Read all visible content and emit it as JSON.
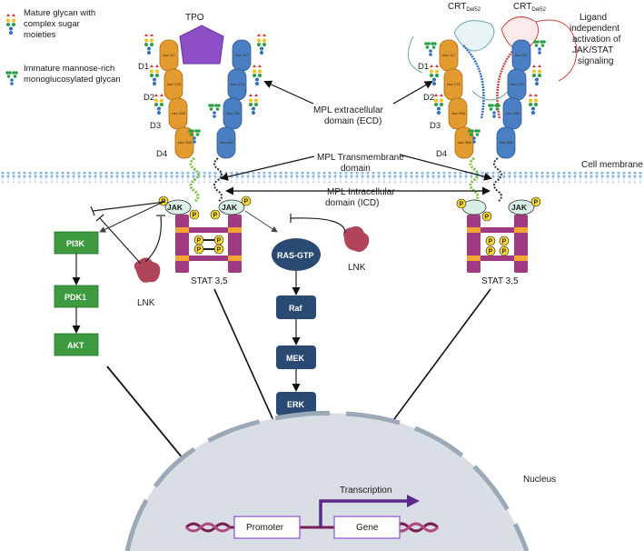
{
  "legend": {
    "mature": "Mature glycan with complex sugar moieties",
    "immature": "Immature mannose-rich monoglucosylated glycan"
  },
  "ligands": {
    "tpo": "TPO",
    "crt_left": {
      "base": "CRT",
      "sub": "Del52"
    },
    "crt_right": {
      "base": "CRT",
      "sub": "Del52"
    },
    "ligand_independent": "Ligand independent activation of JAK/STAT signaling"
  },
  "domains": {
    "d1": "D1",
    "d2": "D2",
    "d3": "D3",
    "d4": "D4"
  },
  "asn": {
    "a117": "Asn 117",
    "a178": "Asn 178",
    "a298": "Asn 298",
    "a358": "Asn 358"
  },
  "receptor_regions": {
    "ecd": "MPL extracellular domain (ECD)",
    "tm": "MPL Transmembrane domain",
    "icd": "MPL Intracellular domain (ICD)",
    "membrane": "Cell membrane"
  },
  "signaling": {
    "jak": "JAK",
    "p": "P",
    "stat": "STAT 3,5",
    "lnk": "LNK",
    "pi3k": "PI3K",
    "pdk1": "PDK1",
    "akt": "AKT",
    "ras": "RAS-GTP",
    "raf": "Raf",
    "mek": "MEK",
    "erk": "ERK"
  },
  "nucleus": {
    "label": "Nucleus",
    "transcription": "Transcription",
    "promoter": "Promoter",
    "gene": "Gene"
  },
  "colors": {
    "orange": "#E39A2E",
    "blue": "#4A7FC4",
    "green_box": "#3E9A3E",
    "navy_box": "#2A4A73",
    "purple": "#8E4EC6",
    "stat": "#A03A82",
    "lnk": "#B04458",
    "nucleus": "#D9DEE4",
    "dna": "#7A1F56"
  }
}
